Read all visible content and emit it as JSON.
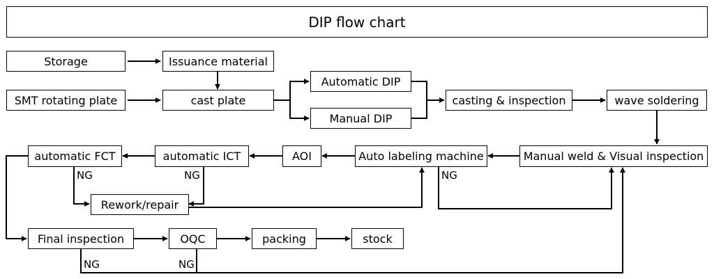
{
  "title": "DIP flow chart",
  "boxes": {
    "storage": "Storage",
    "issuance": "Issuance material",
    "smt": "SMT rotating plate",
    "cast_plate": "cast plate",
    "auto_dip": "Automatic DIP",
    "manual_dip": "Manual DIP",
    "casting": "casting & inspection",
    "wave": "wave soldering",
    "manual_weld": "Manual weld & Visual inspection",
    "auto_label": "Auto labeling machine",
    "aoi": "AOI",
    "auto_ict": "automatic ICT",
    "auto_fct": "automatic FCT",
    "rework": "Rework/repair",
    "final": "Final inspection",
    "oqc": "OQC",
    "packing": "packing",
    "stock": "stock"
  },
  "ng_label": "NG"
}
